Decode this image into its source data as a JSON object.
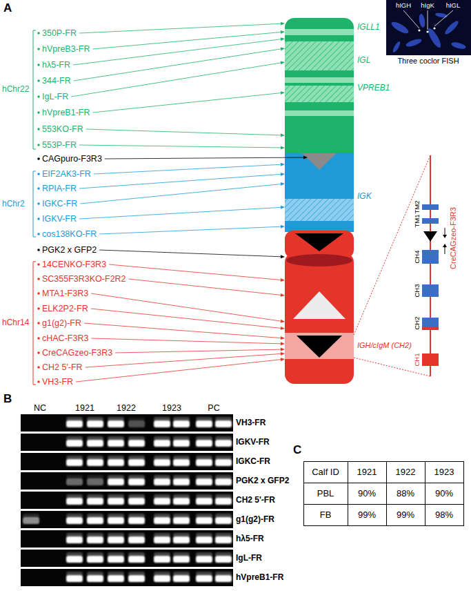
{
  "diagram": {
    "nodes": [
      {
        "text": [
          "hIGH",
          "hIgK",
          "hIGL",
          "Three coclor FISH"
        ]
      }
    ],
    "labels": [
      "A",
      "hChr22",
      "350P-FR",
      "hVpreB3-FR",
      "hλ5-FR",
      "344-FR",
      "IgL-FR",
      "hVpreB1-FR",
      "553KO-FR",
      "553P-FR",
      "CAGpuro-F3R3",
      "hChr2",
      "EIF2AK3-FR",
      "RPIA-FR",
      "IGKC-FR",
      "IGKV-FR",
      "cos138KO-FR",
      "PGK2 x GFP2",
      "hChr14",
      "14CENKO-F3R3",
      "SC355F3R3KO-F2R2",
      "MTA1-F3R3",
      "ELK2P2-FR",
      "g1(g2)-FR",
      "cHAC-F3R3",
      "CreCAGzeo-F3R3",
      "CH2 5'-FR",
      "VH3-FR",
      "IGLL1",
      "IGL",
      "VPREB1",
      "IGK",
      "IGH/cIgM (CH2)",
      "TM1",
      "TM2",
      "CH4",
      "CH3",
      "CH2",
      "CH1",
      "CreCAGzeo-F3R3",
      "B",
      "NC",
      "1921",
      "1922",
      "1923",
      "PC",
      "VH3-FR",
      "IGKV-FR",
      "IGKC-FR",
      "PGK2 x GFP2",
      "CH2 5'-FR",
      "g1(g2)-FR",
      "hλ5-FR",
      "IgL-FR",
      "hVpreB1-FR",
      "C",
      "Calf ID",
      "1921",
      "1922",
      "1923",
      "PBL",
      "90%",
      "88%",
      "90%",
      "FB",
      "99%",
      "99%",
      "98%"
    ]
  }
}
